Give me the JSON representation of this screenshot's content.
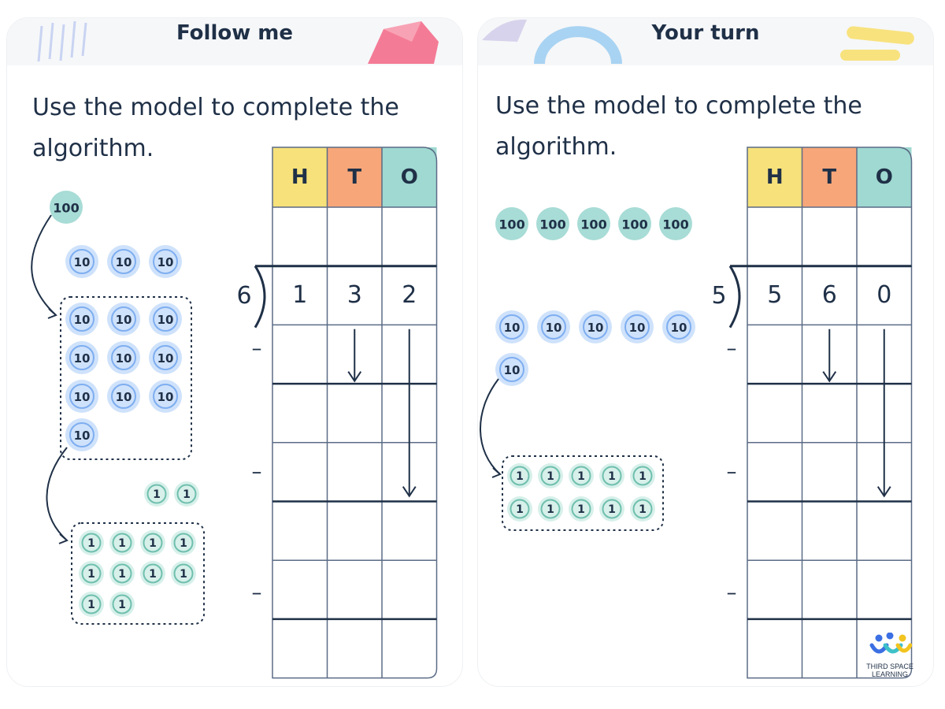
{
  "left": {
    "header_title": "Follow me",
    "prompt_line1": "Use the model to complete the",
    "prompt_line2": "algorithm.",
    "table": {
      "columns": [
        "H",
        "T",
        "O"
      ],
      "divisor": "6",
      "dividend": [
        "1",
        "3",
        "2"
      ],
      "minus_sign": "–"
    },
    "counters": {
      "hundreds": [
        "100"
      ],
      "tens_top": [
        "10",
        "10",
        "10"
      ],
      "tens_group": [
        "10",
        "10",
        "10",
        "10",
        "10",
        "10",
        "10",
        "10",
        "10",
        "10"
      ],
      "ones_top": [
        "1",
        "1"
      ],
      "ones_group": [
        "1",
        "1",
        "1",
        "1",
        "1",
        "1",
        "1",
        "1",
        "1",
        "1"
      ]
    }
  },
  "right": {
    "header_title": "Your turn",
    "prompt_line1": "Use the model to complete the",
    "prompt_line2": "algorithm.",
    "table": {
      "columns": [
        "H",
        "T",
        "O"
      ],
      "divisor": "5",
      "dividend": [
        "5",
        "6",
        "0"
      ],
      "minus_sign": "–"
    },
    "counters": {
      "hundreds": [
        "100",
        "100",
        "100",
        "100",
        "100"
      ],
      "tens_top": [
        "10",
        "10",
        "10",
        "10",
        "10"
      ],
      "tens_single": [
        "10"
      ],
      "ones_group": [
        "1",
        "1",
        "1",
        "1",
        "1",
        "1",
        "1",
        "1",
        "1",
        "1"
      ]
    }
  },
  "logo": {
    "line1": "THIRD SPACE",
    "line2": "LEARNING"
  },
  "colors": {
    "hundreds_fill": "#a8dcd6",
    "tens_fill": "#cfe2fb",
    "tens_ring": "#7eaef0",
    "ones_fill": "#d7f0ea",
    "ones_ring": "#6fbfae",
    "col_h": "#f6e17a",
    "col_t": "#f7a679",
    "col_o": "#9fd9d1",
    "ink": "#1f3047"
  }
}
